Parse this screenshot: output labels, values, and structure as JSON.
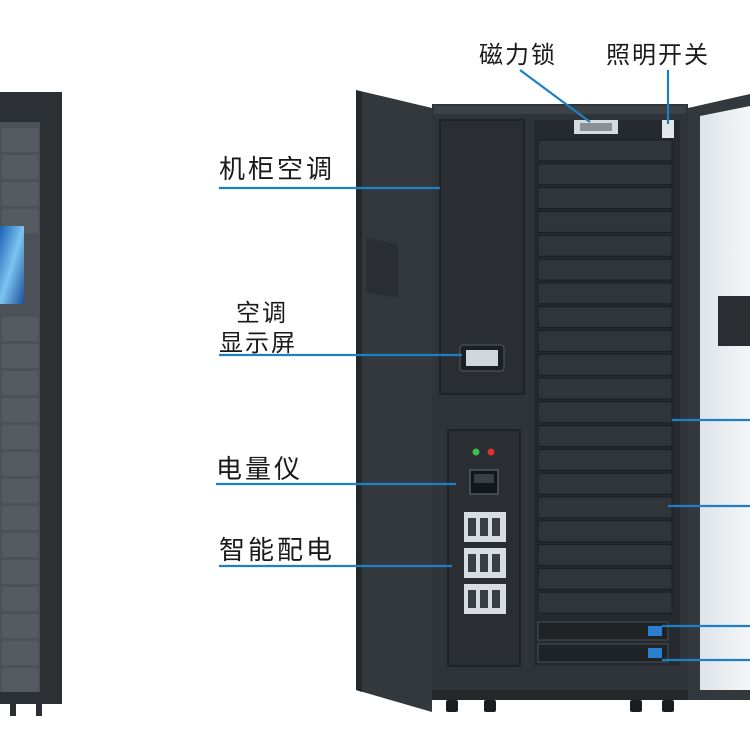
{
  "labels": {
    "cabinet_ac": "机柜空调",
    "ac_display_line1": "空调",
    "ac_display_line2": "显示屏",
    "power_meter": "电量仪",
    "smart_pdu": "智能配电",
    "magnetic_lock": "磁力锁",
    "lighting_switch": "照明开关"
  },
  "colors": {
    "leader_line": "#1e7fc4",
    "cabinet_dark": "#2e3236",
    "cabinet_mid": "#3a3f44",
    "cabinet_light": "#4a5056",
    "panel_slot": "#262a2e",
    "screen_blue": "#2a7fd0",
    "glass": "#e8ecef"
  }
}
